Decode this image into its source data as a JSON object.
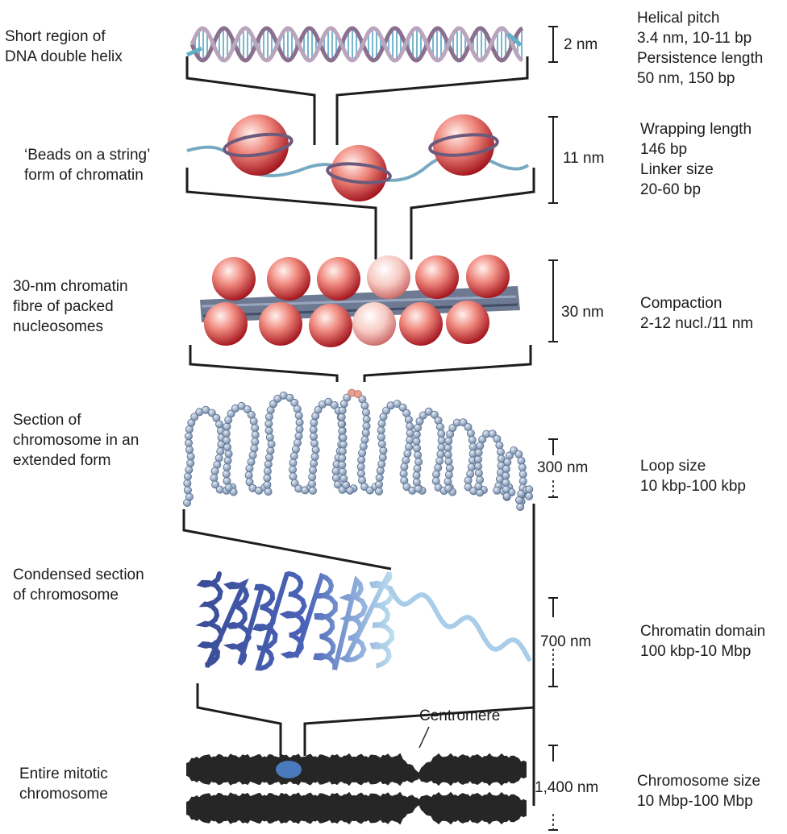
{
  "levels": [
    {
      "left_label": "Short region of\nDNA double helix",
      "scale": "2 nm",
      "right_label": "Helical pitch\n3.4 nm, 10-11 bp\nPersistence length\n50 nm, 150 bp"
    },
    {
      "left_label": "‘Beads on a string’\nform of chromatin",
      "scale": "11 nm",
      "right_label": "Wrapping length\n146 bp\nLinker size\n20-60 bp"
    },
    {
      "left_label": "30-nm chromatin\nfibre of packed\nnucleosomes",
      "scale": "30 nm",
      "right_label": "Compaction\n2-12 nucl./11 nm"
    },
    {
      "left_label": "Section of\nchromosome in an\nextended form",
      "scale": "300 nm",
      "right_label": "Loop size\n10 kbp-100 kbp"
    },
    {
      "left_label": "Condensed section\nof chromosome",
      "scale": "700 nm",
      "right_label": "Chromatin domain\n100 kbp-10 Mbp"
    },
    {
      "left_label": "Entire mitotic\nchromosome",
      "scale": "1,400 nm",
      "right_label": "Chromosome size\n10 Mbp-100 Mbp"
    }
  ],
  "annotations": {
    "centromere": "Centromere"
  },
  "colors": {
    "dna_strand": "#8a6f8e",
    "dna_base_pair": "#6fb3c9",
    "histone": "#d3323a",
    "histone_highlight": "#ffe7e3",
    "fibre_bead": "#8ea6c4",
    "condensed_fibre": "#3d4e93",
    "chromosome": "#262626",
    "centromere_highlight": "#4f8ad8"
  }
}
